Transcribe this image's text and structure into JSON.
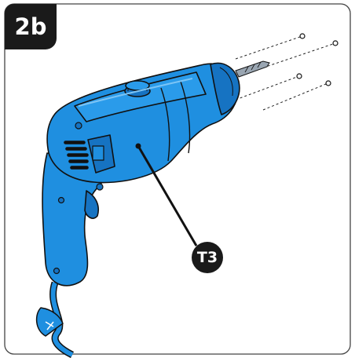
{
  "step_label": "2b",
  "callout_label": "T3",
  "colors": {
    "frame": "#444444",
    "body_blue": "#1f8fe0",
    "body_shade": "#1673c2",
    "outline": "#111111",
    "badge": "#1a1a1a"
  },
  "icons": [
    "drill-illustration",
    "screw-icon",
    "cord-icon"
  ]
}
